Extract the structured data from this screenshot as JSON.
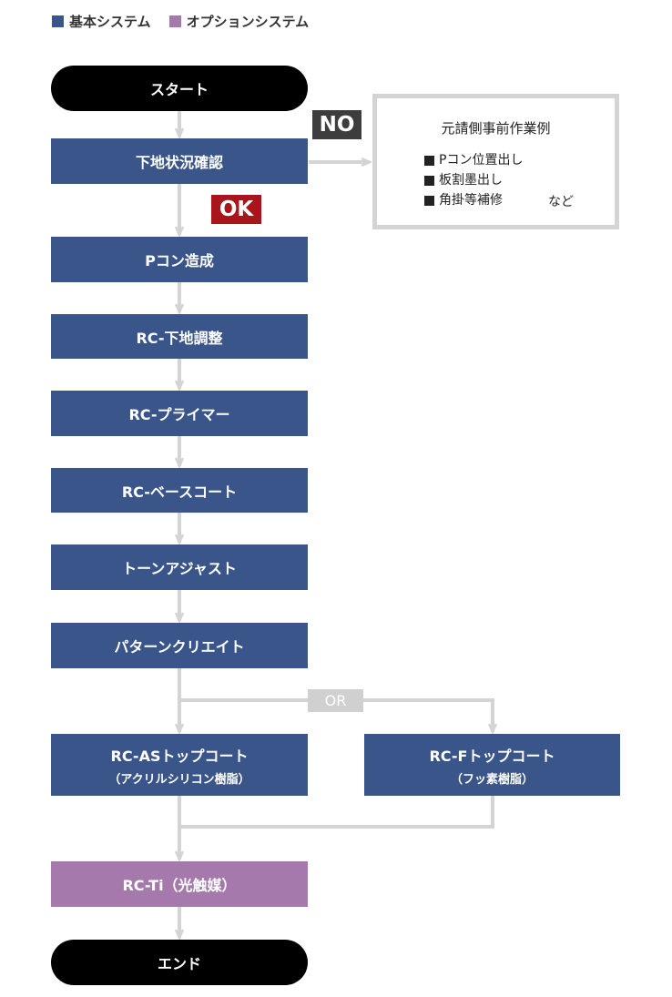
{
  "legend": {
    "basic": {
      "label": "基本システム",
      "color": "#3a5589"
    },
    "option": {
      "label": "オプションシステム",
      "color": "#a679ad"
    }
  },
  "flow": {
    "start": "スタート",
    "inspection": "下地状況確認",
    "no_label": "NO",
    "ok_label": "OK",
    "pcon": "Pコン造成",
    "rc_base_adjust": "RC-下地調整",
    "rc_primer": "RC-プライマー",
    "rc_base_coat": "RC-ベースコート",
    "tone_adjust": "トーンアジャスト",
    "pattern_create": "パターンクリエイト",
    "or_label": "OR",
    "rc_as_topcoat": {
      "title": "RC-ASトップコート",
      "sub": "（アクリルシリコン樹脂）"
    },
    "rc_f_topcoat": {
      "title": "RC-Fトップコート",
      "sub": "（フッ素樹脂）"
    },
    "rc_ti": "RC-Ti（光触媒）",
    "end": "エンド"
  },
  "prework": {
    "title": "元請側事前作業例",
    "items": [
      "Pコン位置出し",
      "板割墨出し",
      "角掛等補修"
    ],
    "suffix": "など"
  },
  "colors": {
    "basic": "#3a5589",
    "option": "#a679ad",
    "connector": "#d4d4d4",
    "ok": "#a8161b",
    "no": "#3d3d3d"
  }
}
